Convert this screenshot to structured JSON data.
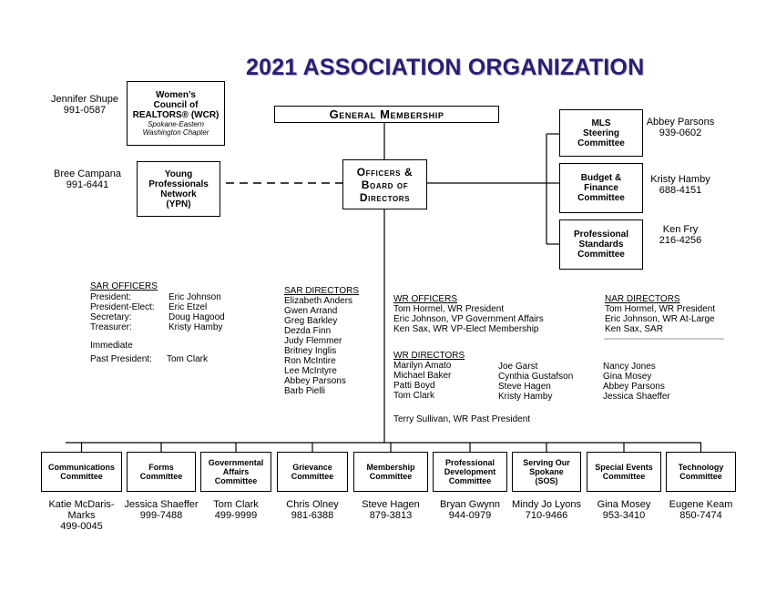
{
  "title": "2021 ASSOCIATION ORGANIZATION",
  "general_membership": "General Membership",
  "officers_board": [
    "Officers &",
    "Board of",
    "Directors"
  ],
  "wcr": {
    "lines": [
      "Women’s",
      "Council of",
      "REALTORS® (WCR)"
    ],
    "sub": [
      "Spokane-Eastern",
      "Washington Chapter"
    ],
    "contact_name": "Jennifer Shupe",
    "contact_phone": "991-0587"
  },
  "ypn": {
    "lines": [
      "Young",
      "Professionals",
      "Network",
      "(YPN)"
    ],
    "contact_name": "Bree Campana",
    "contact_phone": "991-6441"
  },
  "right_committees": [
    {
      "lines": [
        "MLS",
        "Steering",
        "Committee"
      ],
      "contact_name": "Abbey Parsons",
      "contact_phone": "939-0602"
    },
    {
      "lines": [
        "Budget &",
        "Finance",
        "Committee"
      ],
      "contact_name": "Kristy Hamby",
      "contact_phone": "688-4151"
    },
    {
      "lines": [
        "Professional",
        "Standards",
        "Committee"
      ],
      "contact_name": "Ken Fry",
      "contact_phone": "216-4256"
    }
  ],
  "sar_officers": {
    "heading": "SAR OFFICERS",
    "rows": [
      {
        "role": "President:",
        "name": "Eric Johnson"
      },
      {
        "role": "President-Elect:",
        "name": "Eric Etzel"
      },
      {
        "role": "Secretary:",
        "name": "Doug Hagood"
      },
      {
        "role": "Treasurer:",
        "name": "Kristy Hamby"
      }
    ],
    "immediate": "Immediate",
    "past_role": "Past President:",
    "past_name": "Tom Clark"
  },
  "sar_directors": {
    "heading": "SAR DIRECTORS",
    "names": [
      "Elizabeth Anders",
      "Gwen Arrand",
      "Greg Barkley",
      "Dezda Finn",
      "Judy Flemmer",
      "Britney Inglis",
      "Ron McIntire",
      "Lee McIntyre",
      "Abbey Parsons",
      "Barb Pielli"
    ]
  },
  "wr_officers": {
    "heading": "WR OFFICERS",
    "names": [
      "Tom Hormel, WR President",
      "Eric Johnson, VP Government Affairs",
      "Ken Sax, WR VP-Elect Membership"
    ]
  },
  "nar_directors": {
    "heading": "NAR DIRECTORS",
    "names": [
      "Tom Hormel, WR President",
      "Eric Johnson, WR At-Large",
      "Ken Sax, SAR"
    ]
  },
  "wr_directors": {
    "heading": "WR DIRECTORS",
    "col1": [
      "Marilyn Amato",
      "Michael Baker",
      "Patti Boyd",
      "Tom Clark"
    ],
    "col2": [
      "Joe Garst",
      "Cynthia Gustafson",
      "Steve Hagen",
      "Kristy Hamby"
    ],
    "col3": [
      "Nancy Jones",
      "Gina Mosey",
      "Abbey Parsons",
      "Jessica Shaeffer"
    ],
    "past": "Terry Sullivan, WR Past President"
  },
  "bottom_committees": [
    {
      "lines": [
        "Communications",
        "Committee"
      ],
      "contact": [
        "Katie McDaris-",
        "Marks",
        "499-0045"
      ]
    },
    {
      "lines": [
        "Forms",
        "Committee"
      ],
      "contact": [
        "Jessica Shaeffer",
        "999-7488"
      ]
    },
    {
      "lines": [
        "Governmental",
        "Affairs",
        "Committee"
      ],
      "contact": [
        "Tom Clark",
        "499-9999"
      ]
    },
    {
      "lines": [
        "Grievance",
        "Committee"
      ],
      "contact": [
        "Chris Olney",
        "981-6388"
      ]
    },
    {
      "lines": [
        "Membership",
        "Committee"
      ],
      "contact": [
        "Steve Hagen",
        "879-3813"
      ]
    },
    {
      "lines": [
        "Professional",
        "Development",
        "Committee"
      ],
      "contact": [
        "Bryan Gwynn",
        "944-0979"
      ]
    },
    {
      "lines": [
        "Serving Our",
        "Spokane",
        "(SOS)"
      ],
      "contact": [
        "Mindy Jo Lyons",
        "710-9466"
      ]
    },
    {
      "lines": [
        "Special Events",
        "Committee"
      ],
      "contact": [
        "Gina Mosey",
        "953-3410"
      ]
    },
    {
      "lines": [
        "Technology",
        "Committee"
      ],
      "contact": [
        "Eugene Keam",
        "850-7474"
      ]
    }
  ]
}
